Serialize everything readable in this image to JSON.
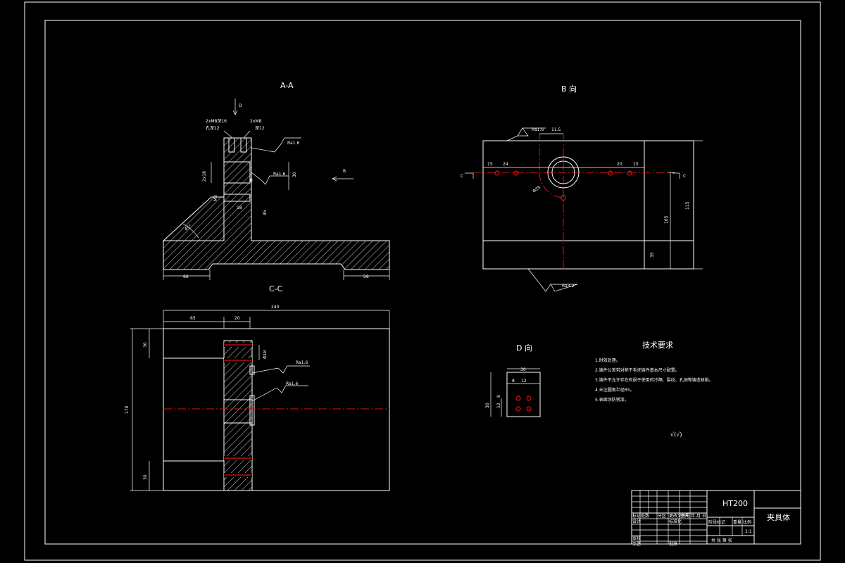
{
  "views": {
    "aa_title": "A-A",
    "b_title": "B 向",
    "cc_title": "C-C",
    "d_title": "D 向"
  },
  "aa": {
    "arrow_d": "D",
    "arrow_b": "B",
    "hole1": "2xM8深16",
    "hole1b": "孔深12",
    "hole2": "2xM8",
    "hole2b": "深12",
    "rough1": "Ra1.6",
    "rough2": "Ra1.6",
    "dim_v1": "2x18",
    "dim_v2": "30",
    "dim_v3": "6",
    "dim_m1": "M8",
    "dim_m2": "18",
    "dim_m3": "45",
    "angle": "45°",
    "dim_bl": "66",
    "dim_br": "56"
  },
  "b": {
    "rough1": "Ra1.6",
    "dim_top": "11.5",
    "dim_l1": "15",
    "dim_l2": "24",
    "dim_r1": "20",
    "dim_r2": "15",
    "c_left": "C",
    "c_right": "C",
    "dim_h1": "115",
    "dim_h2": "105",
    "dim_h3": "35",
    "rough_bottom": "Ra3.2",
    "phi": "Φ25"
  },
  "cc": {
    "dim_total": "240",
    "dim_65": "65",
    "dim_20": "20",
    "dim_h": "170",
    "dim_top30": "30",
    "dim_bot30": "30",
    "dim_small": "Φ18",
    "rough1": "Ra1.6",
    "rough2": "Ra1.6"
  },
  "d": {
    "dim_w": "30",
    "dim_a": "8",
    "dim_b": "12",
    "dim_c": "12",
    "dim_d": "8",
    "dim_h": "30"
  },
  "tech": {
    "title": "技术要求",
    "items": [
      "1.时效处理。",
      "2.铸件公差带对称于毛坯铸件基本尺寸配置。",
      "3.铸件不允许存在有损于使用的冷隔、裂纹、孔洞等铸造缺陷。",
      "4.未注圆角半径R5。",
      "5.表面涂防锈漆。"
    ],
    "roughness": "√(√)"
  },
  "titleblock": {
    "material": "HT200",
    "name": "夹具体",
    "scale": "1:1",
    "row_labels": [
      "标记",
      "处数",
      "分区",
      "更改文件号",
      "签名",
      "年.月.日"
    ],
    "design": "设计",
    "standard": "标准化",
    "check": "审核",
    "approve": "批准",
    "process": "工艺",
    "stage": "阶段标记",
    "weight": "重量",
    "ratio": "比例",
    "sheets": "共 张 第 张"
  },
  "colors": {
    "background": "#000000",
    "line": "#ffffff",
    "center": "#e01010"
  }
}
